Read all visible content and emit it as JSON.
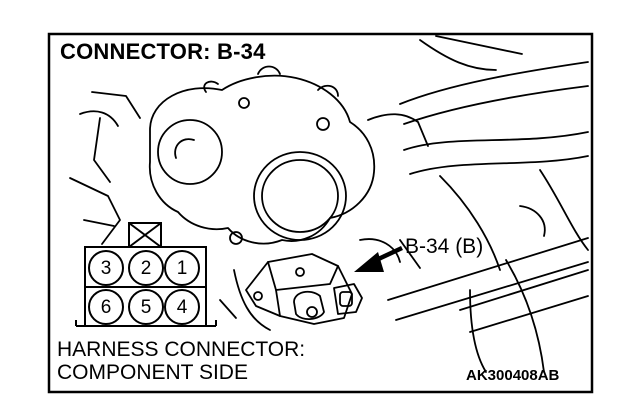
{
  "diagram": {
    "title": "CONNECTOR: B-34",
    "callout_label": "B-34 (B)",
    "caption_line1": "HARNESS CONNECTOR:",
    "caption_line2": "COMPONENT SIDE",
    "figure_code": "AK300408AB"
  },
  "connector": {
    "top_row": [
      "3",
      "2",
      "1"
    ],
    "bottom_row": [
      "6",
      "5",
      "4"
    ],
    "lock_tab": "crossed-square"
  },
  "colors": {
    "line": "#000000",
    "background": "#ffffff"
  }
}
